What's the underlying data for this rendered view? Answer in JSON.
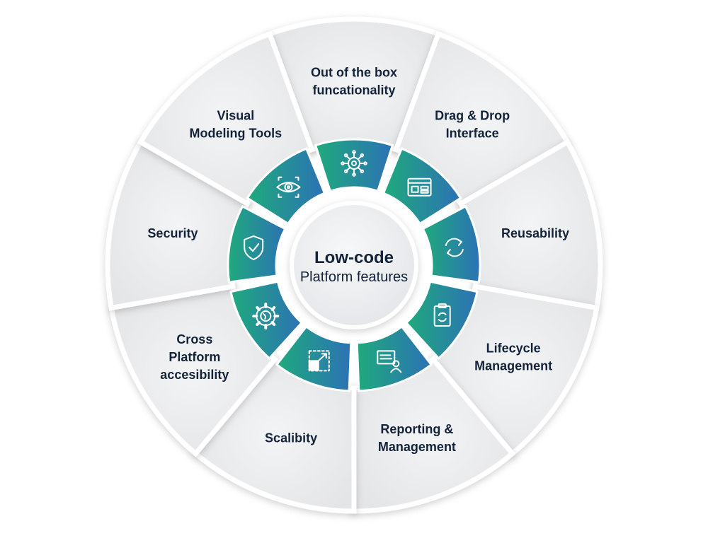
{
  "center": {
    "title": "Low-code",
    "subtitle": "Platform features"
  },
  "colors": {
    "segment_fill": "#e9eaec",
    "segment_stroke": "#ffffff",
    "band_light": "#1faa7c",
    "band_dark": "#2c72b5",
    "hub_fill": "#eef0f2",
    "text": "#14233a",
    "icon_stroke": "#ffffff"
  },
  "segments": [
    {
      "lines": [
        "Out of the box",
        "funcationality"
      ],
      "icon": "ship-wheel-icon"
    },
    {
      "lines": [
        "Drag & Drop",
        "Interface"
      ],
      "icon": "browser-window-icon"
    },
    {
      "lines": [
        "Reusability"
      ],
      "icon": "refresh-cycle-icon"
    },
    {
      "lines": [
        "Lifecycle",
        "Management"
      ],
      "icon": "clipboard-refresh-icon"
    },
    {
      "lines": [
        "Reporting &",
        "Management"
      ],
      "icon": "presentation-board-icon"
    },
    {
      "lines": [
        "Scalibity"
      ],
      "icon": "resize-expand-icon"
    },
    {
      "lines": [
        "Cross",
        "Platform",
        "accesibility"
      ],
      "icon": "gear-globe-icon"
    },
    {
      "lines": [
        "Security"
      ],
      "icon": "shield-check-icon"
    },
    {
      "lines": [
        "Visual",
        "Modeling Tools"
      ],
      "icon": "eye-target-icon"
    }
  ]
}
